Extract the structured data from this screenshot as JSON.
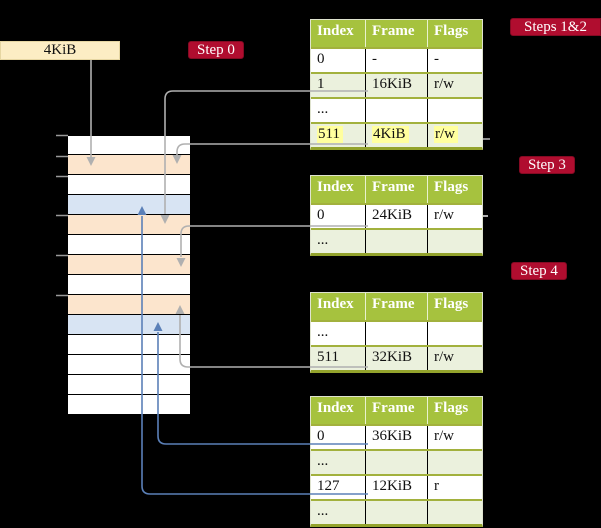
{
  "frame_box": {
    "label": "4KiB"
  },
  "steps": {
    "step0": "Step 0",
    "steps12": "Steps 1&2",
    "step3": "Step 3",
    "step4": "Step 4"
  },
  "memory": {
    "rows": [
      "white",
      "peach",
      "white",
      "blue",
      "peach",
      "white",
      "peach",
      "white",
      "peach",
      "blue",
      "white",
      "white",
      "white",
      "white"
    ]
  },
  "tables": [
    {
      "name": "page-table-steps-1-2",
      "headers": [
        "Index",
        "Frame",
        "Flags"
      ],
      "rows": [
        {
          "cells": [
            "0",
            "-",
            "-"
          ],
          "shade": false,
          "highlight": false
        },
        {
          "cells": [
            "1",
            "16KiB",
            "r/w"
          ],
          "shade": true,
          "highlight": false
        },
        {
          "cells": [
            "...",
            "",
            ""
          ],
          "shade": false,
          "highlight": false
        },
        {
          "cells": [
            "511",
            "4KiB",
            "r/w"
          ],
          "shade": true,
          "highlight": true
        }
      ]
    },
    {
      "name": "page-table-step-3",
      "headers": [
        "Index",
        "Frame",
        "Flags"
      ],
      "rows": [
        {
          "cells": [
            "0",
            "24KiB",
            "r/w"
          ],
          "shade": false,
          "highlight": false
        },
        {
          "cells": [
            "...",
            "",
            ""
          ],
          "shade": true,
          "highlight": false
        }
      ]
    },
    {
      "name": "page-table-step-4",
      "headers": [
        "Index",
        "Frame",
        "Flags"
      ],
      "rows": [
        {
          "cells": [
            "...",
            "",
            ""
          ],
          "shade": false,
          "highlight": false
        },
        {
          "cells": [
            "511",
            "32KiB",
            "r/w"
          ],
          "shade": true,
          "highlight": false
        }
      ]
    },
    {
      "name": "page-table-final",
      "headers": [
        "Index",
        "Frame",
        "Flags"
      ],
      "rows": [
        {
          "cells": [
            "0",
            "36KiB",
            "r/w"
          ],
          "shade": false,
          "highlight": false
        },
        {
          "cells": [
            "...",
            "",
            ""
          ],
          "shade": true,
          "highlight": false
        },
        {
          "cells": [
            "127",
            "12KiB",
            "r"
          ],
          "shade": false,
          "highlight": false
        },
        {
          "cells": [
            "...",
            "",
            ""
          ],
          "shade": true,
          "highlight": false
        }
      ]
    }
  ],
  "colors": {
    "white": "#ffffff",
    "peach": "#fce5cd",
    "blue": "#d8e4f3",
    "header_green": "#a6c23e",
    "shade_green": "#ebf1dd",
    "highlight_yellow": "#ffff9e",
    "label_red": "#b00d2f",
    "frame_box_cream": "#fcedc4",
    "arrow_gray": "#b0b0b0",
    "arrow_blue": "#5b80b8"
  }
}
